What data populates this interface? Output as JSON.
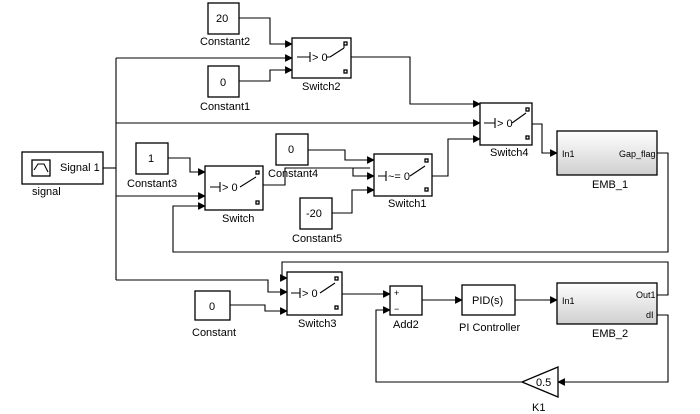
{
  "blocks": {
    "signal": {
      "inner": "Signal 1",
      "label": "signal"
    },
    "constant2": {
      "value": "20",
      "label": "Constant2"
    },
    "constant1": {
      "value": "0",
      "label": "Constant1"
    },
    "constant3": {
      "value": "1",
      "label": "Constant3"
    },
    "constant4": {
      "value": "0",
      "label": "Constant4"
    },
    "constant5": {
      "value": "-20",
      "label": "Constant5"
    },
    "constant": {
      "value": "0",
      "label": "Constant"
    },
    "switch2": {
      "cond": "> 0",
      "label": "Switch2"
    },
    "switch4": {
      "cond": "> 0",
      "label": "Switch4"
    },
    "switch": {
      "cond": "> 0",
      "label": "Switch"
    },
    "switch1": {
      "cond": "~= 0",
      "label": "Switch1"
    },
    "switch3": {
      "cond": "> 0",
      "label": "Switch3"
    },
    "emb1": {
      "in_port": "In1",
      "out_port": "Gap_flag",
      "label": "EMB_1"
    },
    "emb2": {
      "in_port": "In1",
      "out1_port": "Out1",
      "out2_port": "dI",
      "label": "EMB_2"
    },
    "add2": {
      "plus": "+",
      "minus": "−",
      "label": "Add2"
    },
    "pid": {
      "inner": "PID(s)",
      "label": "PI Controller"
    },
    "k1": {
      "value": "0.5",
      "label": "K1"
    }
  }
}
